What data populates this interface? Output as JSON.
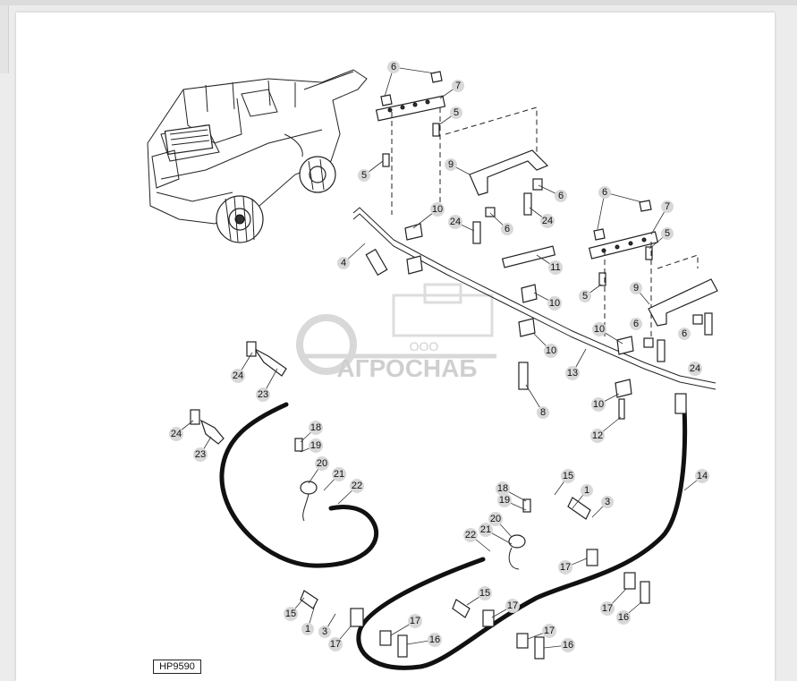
{
  "diagram": {
    "code": "HP9590",
    "watermark": {
      "prefix": "ООО",
      "name": "АГРОСНАБ"
    },
    "callouts": [
      {
        "label": "6"
      },
      {
        "label": "7"
      },
      {
        "label": "5"
      },
      {
        "label": "5"
      },
      {
        "label": "9"
      },
      {
        "label": "6"
      },
      {
        "label": "24"
      },
      {
        "label": "6"
      },
      {
        "label": "24"
      },
      {
        "label": "10"
      },
      {
        "label": "4"
      },
      {
        "label": "11"
      },
      {
        "label": "10"
      },
      {
        "label": "6"
      },
      {
        "label": "7"
      },
      {
        "label": "5"
      },
      {
        "label": "5"
      },
      {
        "label": "9"
      },
      {
        "label": "6"
      },
      {
        "label": "6"
      },
      {
        "label": "24"
      },
      {
        "label": "10"
      },
      {
        "label": "10"
      },
      {
        "label": "13"
      },
      {
        "label": "8"
      },
      {
        "label": "10"
      },
      {
        "label": "12"
      },
      {
        "label": "24"
      },
      {
        "label": "23"
      },
      {
        "label": "24"
      },
      {
        "label": "23"
      },
      {
        "label": "18"
      },
      {
        "label": "19"
      },
      {
        "label": "20"
      },
      {
        "label": "21"
      },
      {
        "label": "22"
      },
      {
        "label": "14"
      },
      {
        "label": "15"
      },
      {
        "label": "1"
      },
      {
        "label": "3"
      },
      {
        "label": "18"
      },
      {
        "label": "19"
      },
      {
        "label": "20"
      },
      {
        "label": "21"
      },
      {
        "label": "22"
      },
      {
        "label": "17"
      },
      {
        "label": "15"
      },
      {
        "label": "1"
      },
      {
        "label": "3"
      },
      {
        "label": "17"
      },
      {
        "label": "17"
      },
      {
        "label": "16"
      },
      {
        "label": "15"
      },
      {
        "label": "17"
      },
      {
        "label": "17"
      },
      {
        "label": "16"
      },
      {
        "label": "17"
      },
      {
        "label": "16"
      }
    ]
  }
}
